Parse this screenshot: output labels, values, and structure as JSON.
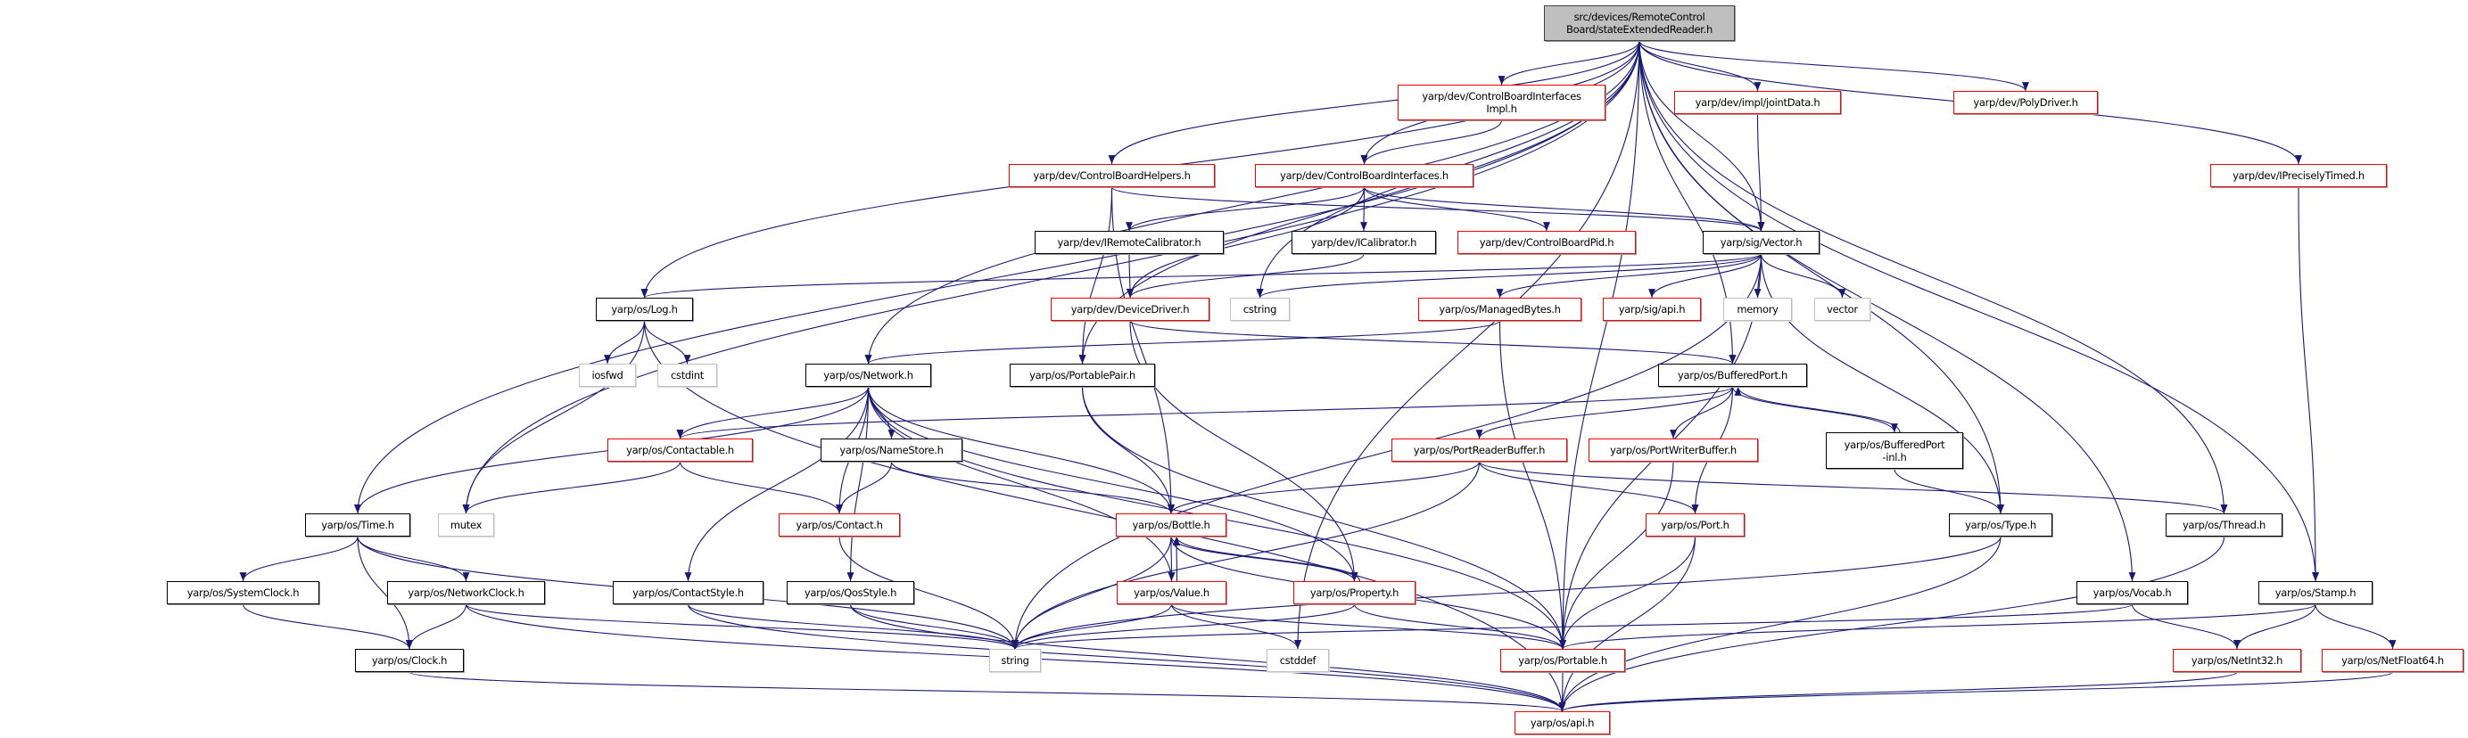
{
  "graph_title": "src/devices/RemoteControl\nBoard/stateExtendedReader.h",
  "colors": {
    "edge": "#191970",
    "undocumented_border": "#ff0000",
    "documented_border": "#000000",
    "external_border": "#c0c0c0",
    "root_fill": "#bfbfbf"
  },
  "nodes": {
    "root": {
      "label": "src/devices/RemoteControl\nBoard/stateExtendedReader.h",
      "kind": "root"
    },
    "cbii": {
      "label": "yarp/dev/ControlBoardInterfaces\nImpl.h",
      "kind": "red"
    },
    "joint": {
      "label": "yarp/dev/impl/jointData.h",
      "kind": "red"
    },
    "poly": {
      "label": "yarp/dev/PolyDriver.h",
      "kind": "red"
    },
    "cbh": {
      "label": "yarp/dev/ControlBoardHelpers.h",
      "kind": "red"
    },
    "cbi": {
      "label": "yarp/dev/ControlBoardInterfaces.h",
      "kind": "red"
    },
    "ipt": {
      "label": "yarp/dev/IPreciselyTimed.h",
      "kind": "red"
    },
    "irc": {
      "label": "yarp/dev/IRemoteCalibrator.h",
      "kind": "doc"
    },
    "ical": {
      "label": "yarp/dev/ICalibrator.h",
      "kind": "doc"
    },
    "pid": {
      "label": "yarp/dev/ControlBoardPid.h",
      "kind": "red"
    },
    "vector": {
      "label": "yarp/sig/Vector.h",
      "kind": "doc"
    },
    "log": {
      "label": "yarp/os/Log.h",
      "kind": "doc"
    },
    "dd": {
      "label": "yarp/dev/DeviceDriver.h",
      "kind": "red"
    },
    "cstring": {
      "label": "cstring",
      "kind": "ext"
    },
    "mb": {
      "label": "yarp/os/ManagedBytes.h",
      "kind": "red"
    },
    "sigapi": {
      "label": "yarp/sig/api.h",
      "kind": "red"
    },
    "memory": {
      "label": "memory",
      "kind": "ext"
    },
    "stdvector": {
      "label": "vector",
      "kind": "ext"
    },
    "iosfwd": {
      "label": "iosfwd",
      "kind": "ext"
    },
    "cstdint": {
      "label": "cstdint",
      "kind": "ext"
    },
    "network": {
      "label": "yarp/os/Network.h",
      "kind": "doc"
    },
    "pp": {
      "label": "yarp/os/PortablePair.h",
      "kind": "doc"
    },
    "bp": {
      "label": "yarp/os/BufferedPort.h",
      "kind": "doc"
    },
    "contactable": {
      "label": "yarp/os/Contactable.h",
      "kind": "red"
    },
    "namestore": {
      "label": "yarp/os/NameStore.h",
      "kind": "doc"
    },
    "prb": {
      "label": "yarp/os/PortReaderBuffer.h",
      "kind": "red"
    },
    "pwb": {
      "label": "yarp/os/PortWriterBuffer.h",
      "kind": "red"
    },
    "bpinl": {
      "label": "yarp/os/BufferedPort\n-inl.h",
      "kind": "doc"
    },
    "time": {
      "label": "yarp/os/Time.h",
      "kind": "doc"
    },
    "mutex": {
      "label": "mutex",
      "kind": "ext"
    },
    "contact": {
      "label": "yarp/os/Contact.h",
      "kind": "red"
    },
    "bottle": {
      "label": "yarp/os/Bottle.h",
      "kind": "red"
    },
    "port": {
      "label": "yarp/os/Port.h",
      "kind": "red"
    },
    "type": {
      "label": "yarp/os/Type.h",
      "kind": "doc"
    },
    "thread": {
      "label": "yarp/os/Thread.h",
      "kind": "doc"
    },
    "sysclock": {
      "label": "yarp/os/SystemClock.h",
      "kind": "doc"
    },
    "netclock": {
      "label": "yarp/os/NetworkClock.h",
      "kind": "doc"
    },
    "cstyle": {
      "label": "yarp/os/ContactStyle.h",
      "kind": "doc"
    },
    "qos": {
      "label": "yarp/os/QosStyle.h",
      "kind": "doc"
    },
    "value": {
      "label": "yarp/os/Value.h",
      "kind": "red"
    },
    "property": {
      "label": "yarp/os/Property.h",
      "kind": "red"
    },
    "vocab": {
      "label": "yarp/os/Vocab.h",
      "kind": "doc"
    },
    "stamp": {
      "label": "yarp/os/Stamp.h",
      "kind": "doc"
    },
    "clock": {
      "label": "yarp/os/Clock.h",
      "kind": "doc"
    },
    "string": {
      "label": "string",
      "kind": "ext"
    },
    "cstddef": {
      "label": "cstddef",
      "kind": "ext"
    },
    "portable": {
      "label": "yarp/os/Portable.h",
      "kind": "red"
    },
    "netint": {
      "label": "yarp/os/NetInt32.h",
      "kind": "red"
    },
    "netfloat": {
      "label": "yarp/os/NetFloat64.h",
      "kind": "red"
    },
    "api": {
      "label": "yarp/os/api.h",
      "kind": "red"
    }
  },
  "edges": [
    [
      "root",
      "log"
    ],
    [
      "root",
      "time"
    ],
    [
      "root",
      "mutex"
    ],
    [
      "root",
      "network"
    ],
    [
      "root",
      "pp"
    ],
    [
      "root",
      "cbh"
    ],
    [
      "root",
      "cbi"
    ],
    [
      "root",
      "cbii"
    ],
    [
      "root",
      "joint"
    ],
    [
      "root",
      "poly"
    ],
    [
      "root",
      "vector"
    ],
    [
      "root",
      "cstring"
    ],
    [
      "root",
      "cstddef"
    ],
    [
      "root",
      "bp"
    ],
    [
      "root",
      "type"
    ],
    [
      "root",
      "portable"
    ],
    [
      "root",
      "vocab"
    ],
    [
      "root",
      "thread"
    ],
    [
      "root",
      "ipt"
    ],
    [
      "root",
      "stamp"
    ],
    [
      "cbii",
      "cbi"
    ],
    [
      "joint",
      "vector"
    ],
    [
      "ipt",
      "stamp"
    ],
    [
      "cbh",
      "vector"
    ],
    [
      "cbh",
      "pp"
    ],
    [
      "cbh",
      "bottle"
    ],
    [
      "cbi",
      "irc"
    ],
    [
      "cbi",
      "ical"
    ],
    [
      "cbi",
      "pid"
    ],
    [
      "cbi",
      "dd"
    ],
    [
      "cbi",
      "vector"
    ],
    [
      "irc",
      "dd"
    ],
    [
      "ical",
      "dd"
    ],
    [
      "dd",
      "bp"
    ],
    [
      "dd",
      "property"
    ],
    [
      "vector",
      "log"
    ],
    [
      "vector",
      "cstring"
    ],
    [
      "vector",
      "mb"
    ],
    [
      "vector",
      "sigapi"
    ],
    [
      "vector",
      "memory"
    ],
    [
      "vector",
      "stdvector"
    ],
    [
      "vector",
      "string"
    ],
    [
      "vector",
      "type"
    ],
    [
      "vector",
      "portable"
    ],
    [
      "mb",
      "network"
    ],
    [
      "mb",
      "portable"
    ],
    [
      "log",
      "iosfwd"
    ],
    [
      "log",
      "cstdint"
    ],
    [
      "log",
      "mutex"
    ],
    [
      "log",
      "api"
    ],
    [
      "network",
      "time"
    ],
    [
      "network",
      "contactable"
    ],
    [
      "network",
      "namestore"
    ],
    [
      "network",
      "contact"
    ],
    [
      "network",
      "cstyle"
    ],
    [
      "network",
      "qos"
    ],
    [
      "network",
      "bottle"
    ],
    [
      "network",
      "value"
    ],
    [
      "network",
      "property"
    ],
    [
      "network",
      "portable"
    ],
    [
      "pp",
      "bottle"
    ],
    [
      "pp",
      "portable"
    ],
    [
      "bp",
      "contactable"
    ],
    [
      "bp",
      "prb"
    ],
    [
      "bp",
      "pwb"
    ],
    [
      "bp",
      "port"
    ],
    [
      "bp",
      "bpinl"
    ],
    [
      "bpinl",
      "bp"
    ],
    [
      "bpinl",
      "type"
    ],
    [
      "prb",
      "bottle"
    ],
    [
      "prb",
      "string"
    ],
    [
      "prb",
      "port"
    ],
    [
      "prb",
      "thread"
    ],
    [
      "pwb",
      "portable"
    ],
    [
      "contactable",
      "mutex"
    ],
    [
      "contactable",
      "contact"
    ],
    [
      "namestore",
      "contact"
    ],
    [
      "namestore",
      "bottle"
    ],
    [
      "contact",
      "string"
    ],
    [
      "time",
      "sysclock"
    ],
    [
      "time",
      "netclock"
    ],
    [
      "time",
      "clock"
    ],
    [
      "time",
      "string"
    ],
    [
      "sysclock",
      "clock"
    ],
    [
      "netclock",
      "clock"
    ],
    [
      "netclock",
      "string"
    ],
    [
      "netclock",
      "api"
    ],
    [
      "cstyle",
      "string"
    ],
    [
      "cstyle",
      "api"
    ],
    [
      "qos",
      "string"
    ],
    [
      "qos",
      "api"
    ],
    [
      "clock",
      "api"
    ],
    [
      "bottle",
      "value"
    ],
    [
      "bottle",
      "property"
    ],
    [
      "bottle",
      "string"
    ],
    [
      "bottle",
      "portable"
    ],
    [
      "value",
      "bottle"
    ],
    [
      "value",
      "string"
    ],
    [
      "value",
      "cstddef"
    ],
    [
      "value",
      "portable"
    ],
    [
      "property",
      "bottle"
    ],
    [
      "property",
      "string"
    ],
    [
      "property",
      "portable"
    ],
    [
      "port",
      "portable"
    ],
    [
      "port",
      "api"
    ],
    [
      "type",
      "string"
    ],
    [
      "type",
      "api"
    ],
    [
      "thread",
      "api"
    ],
    [
      "vocab",
      "string"
    ],
    [
      "vocab",
      "netint"
    ],
    [
      "stamp",
      "portable"
    ],
    [
      "stamp",
      "netint"
    ],
    [
      "stamp",
      "netfloat"
    ],
    [
      "portable",
      "api"
    ],
    [
      "netint",
      "api"
    ],
    [
      "netfloat",
      "api"
    ]
  ]
}
